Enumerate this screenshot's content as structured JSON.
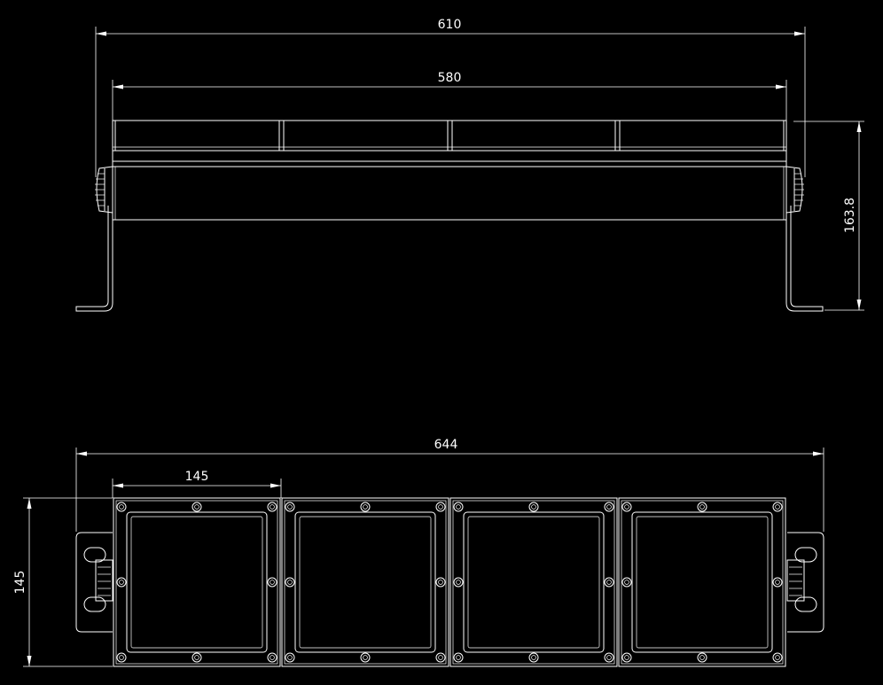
{
  "colors": {
    "background": "#000000",
    "lines": "#ffffff"
  },
  "dimensions": {
    "top_overall_width": "610",
    "top_inner_width": "580",
    "top_height": "163.8",
    "bottom_overall_width": "644",
    "bottom_module_width": "145",
    "bottom_height": "145"
  }
}
